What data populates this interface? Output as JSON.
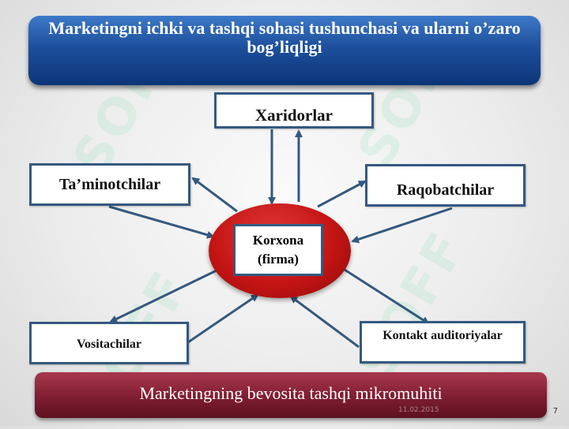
{
  "slide": {
    "title": "Marketingni ichki va tashqi sohasi tushunchasi va ularni o’zaro bog’liqligi",
    "footer_title": "Marketingning bevosita tashqi mikromuhiti",
    "footer_date": "11.02.2015",
    "page_number": "7",
    "watermark": "SOFF"
  },
  "diagram": {
    "center": {
      "line1": "Korxona",
      "line2": "(firma)"
    },
    "nodes": {
      "buyers": "Xaridorlar",
      "suppliers": "Ta’minotchilar",
      "competitors": "Raqobatchilar",
      "intermediaries": "Vositachilar",
      "contact_audiences": "Kontakt auditoriyalar"
    }
  },
  "colors": {
    "title_bar": "#1d4f9c",
    "footer_bar": "#7f1d31",
    "center_ellipse": "#c41414",
    "node_border": "#34597f",
    "arrow": "#34597f"
  }
}
